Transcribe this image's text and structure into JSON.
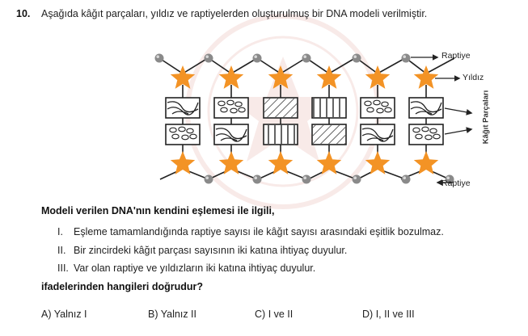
{
  "question": {
    "number": "10.",
    "text": "Aşağıda kâğıt parçaları, yıldız ve raptiyelerden oluşturulmuş bir DNA modeli verilmiştir."
  },
  "figure": {
    "labels": {
      "raptiye_top": "Raptiye",
      "yildiz": "Yıldız",
      "kagit_parcalari": "Kâğıt Parçaları",
      "raptiye_bottom": "Raptiye"
    },
    "columns": [
      {
        "top": "swirl",
        "bottom": "ovals"
      },
      {
        "top": "ovals",
        "bottom": "swirl"
      },
      {
        "top": "diagonal",
        "bottom": "vertical"
      },
      {
        "top": "vertical",
        "bottom": "diagonal"
      },
      {
        "top": "ovals",
        "bottom": "swirl"
      },
      {
        "top": "swirl",
        "bottom": "ovals"
      }
    ],
    "colors": {
      "star": "#f39325",
      "pin": "#8a8a8a",
      "line": "#222222"
    }
  },
  "stem": "Modeli verilen DNA'nın kendini eşlemesi ile ilgili,",
  "statements": [
    {
      "num": "I.",
      "text": "Eşleme tamamlandığında raptiye sayısı ile kâğıt sayısı arasındaki eşitlik bozulmaz."
    },
    {
      "num": "II.",
      "text": "Bir zincirdeki kâğıt parçası sayısının iki katına ihtiyaç duyulur."
    },
    {
      "num": "III.",
      "text": "Var olan raptiye ve yıldızların iki katına ihtiyaç duyulur."
    }
  ],
  "ask": "ifadelerinden hangileri doğrudur?",
  "options": [
    {
      "letter": "A)",
      "text": "Yalnız I"
    },
    {
      "letter": "B)",
      "text": "Yalnız II"
    },
    {
      "letter": "C)",
      "text": "I ve II"
    },
    {
      "letter": "D)",
      "text": "I, II ve III"
    }
  ]
}
